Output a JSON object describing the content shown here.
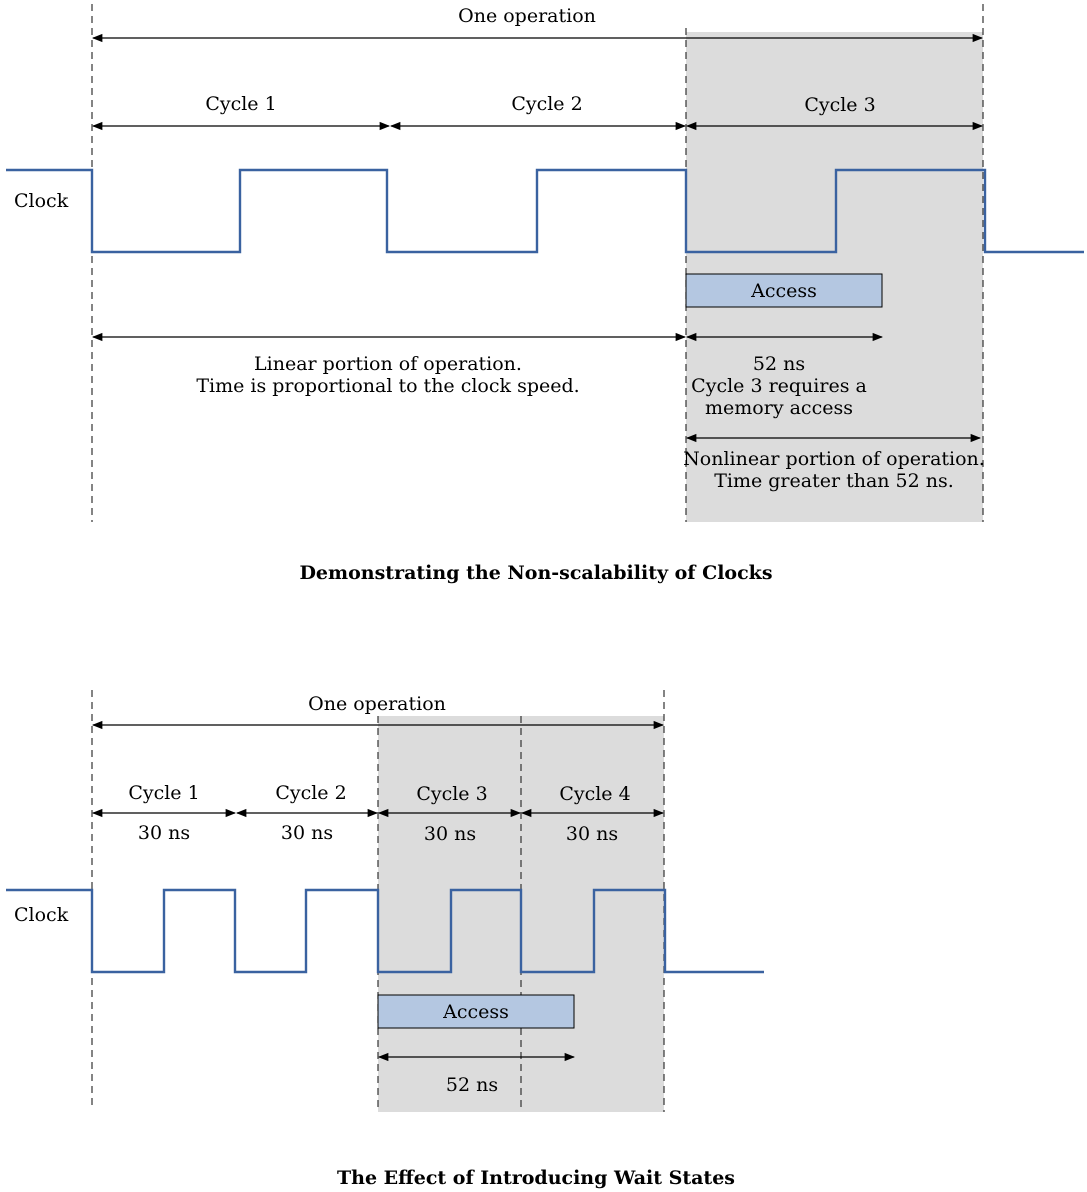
{
  "diagram1": {
    "one_operation": "One operation",
    "cycle1": "Cycle 1",
    "cycle2": "Cycle 2",
    "cycle3": "Cycle 3",
    "clock": "Clock",
    "access": "Access",
    "linear_line1": "Linear portion of operation.",
    "linear_line2": "Time is proportional to the clock speed.",
    "ns_label": "52 ns",
    "mem_line1": "Cycle 3 requires a",
    "mem_line2": "memory access",
    "nonlinear_line1": "Nonlinear portion of operation.",
    "nonlinear_line2": "Time greater than 52 ns.",
    "caption": "Demonstrating the Non-scalability of Clocks"
  },
  "diagram2": {
    "one_operation": "One operation",
    "cycle1": "Cycle 1",
    "cycle2": "Cycle 2",
    "cycle3": "Cycle 3",
    "cycle4": "Cycle 4",
    "ns1": "30 ns",
    "ns2": "30 ns",
    "ns3": "30 ns",
    "ns4": "30 ns",
    "clock": "Clock",
    "access": "Access",
    "ns_label": "52 ns",
    "caption": "The Effect of Introducing Wait States"
  },
  "colors": {
    "clock_line": "#3a62a0",
    "access_fill": "#b4c7e1",
    "shade": "#dcdcdc"
  }
}
